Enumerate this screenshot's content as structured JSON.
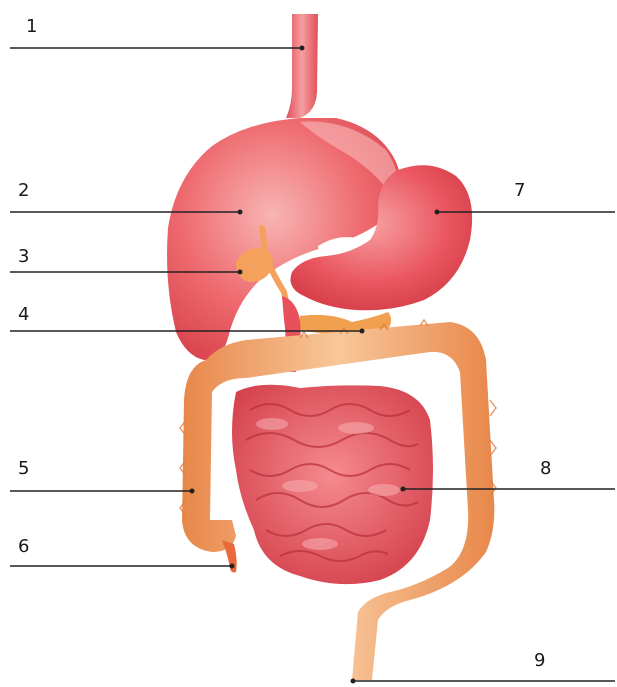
{
  "labels": [
    {
      "id": "1",
      "text": "1"
    },
    {
      "id": "2",
      "text": "2"
    },
    {
      "id": "3",
      "text": "3"
    },
    {
      "id": "4",
      "text": "4"
    },
    {
      "id": "5",
      "text": "5"
    },
    {
      "id": "6",
      "text": "6"
    },
    {
      "id": "7",
      "text": "7"
    },
    {
      "id": "8",
      "text": "8"
    },
    {
      "id": "9",
      "text": "9"
    }
  ],
  "colors": {
    "organ_red": "#e8505c",
    "organ_red_dark": "#c9353f",
    "organ_red_light": "#f4a3a6",
    "colon_orange": "#f2a56a",
    "colon_orange_dark": "#e07b3d",
    "leader_line": "#222222"
  }
}
